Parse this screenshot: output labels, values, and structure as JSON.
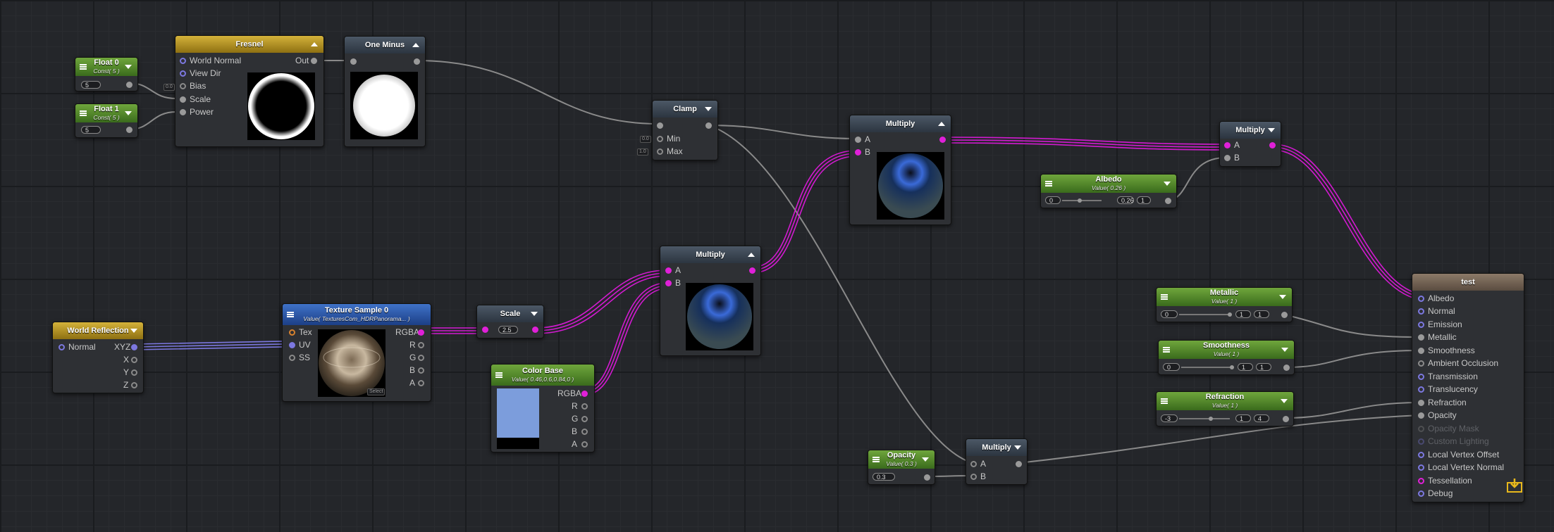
{
  "nodes": {
    "float0": {
      "title": "Float 0",
      "subtitle": "Const( 5 )",
      "value": "5"
    },
    "float1": {
      "title": "Float 1",
      "subtitle": "Const( 5 )",
      "value": "5"
    },
    "fresnel": {
      "title": "Fresnel",
      "inputs": [
        "World Normal",
        "View Dir",
        "Bias",
        "Scale",
        "Power"
      ],
      "output": "Out"
    },
    "one_minus": {
      "title": "One Minus"
    },
    "clamp": {
      "title": "Clamp",
      "inputs": [
        "Min",
        "Max"
      ],
      "min_tag": "0.0",
      "max_tag": "1.0"
    },
    "multiply_top": {
      "title": "Multiply",
      "inputs": [
        "A",
        "B"
      ]
    },
    "multiply_right": {
      "title": "Multiply",
      "inputs": [
        "A",
        "B"
      ]
    },
    "albedo": {
      "title": "Albedo",
      "subtitle": "Value( 0.26 )",
      "min": "0",
      "value": "0.26",
      "max": "1"
    },
    "world_reflection": {
      "title": "World Reflection",
      "input": "Normal",
      "outputs": [
        "XYZ",
        "X",
        "Y",
        "Z"
      ]
    },
    "texture_sample": {
      "title": "Texture Sample 0",
      "subtitle": "Value( TexturesCom_HDRPanorama... )",
      "inputs": [
        "Tex",
        "UV",
        "SS"
      ],
      "outputs": [
        "RGBA",
        "R",
        "G",
        "B",
        "A"
      ],
      "badge": "Select"
    },
    "scale": {
      "title": "Scale",
      "value": "2.5"
    },
    "multiply_mid": {
      "title": "Multiply",
      "inputs": [
        "A",
        "B"
      ]
    },
    "color_base": {
      "title": "Color Base",
      "subtitle": "Value( 0.46,0.6,0.84,0 )",
      "outputs": [
        "RGBA",
        "R",
        "G",
        "B",
        "A"
      ],
      "color": "#7c9ddc"
    },
    "metallic": {
      "title": "Metallic",
      "subtitle": "Value( 1 )",
      "min": "0",
      "value": "1",
      "max": "1"
    },
    "smoothness": {
      "title": "Smoothness",
      "subtitle": "Value( 1 )",
      "min": "0",
      "value": "1",
      "max": "1"
    },
    "refraction": {
      "title": "Refraction",
      "subtitle": "Value( 1 )",
      "min": "-3",
      "value": "1",
      "max": "4"
    },
    "opacity": {
      "title": "Opacity",
      "subtitle": "Value( 0.3 )",
      "value": "0.3"
    },
    "multiply_bottom": {
      "title": "Multiply",
      "inputs": [
        "A",
        "B"
      ]
    },
    "output": {
      "title": "test",
      "inputs": [
        "Albedo",
        "Normal",
        "Emission",
        "Metallic",
        "Smoothness",
        "Ambient Occlusion",
        "Transmission",
        "Translucency",
        "Refraction",
        "Opacity",
        "Opacity Mask",
        "Custom Lighting",
        "Local Vertex Offset",
        "Local Vertex Normal",
        "Tessellation",
        "Debug"
      ]
    }
  },
  "colors": {
    "canvas": "#24262a",
    "wire": "#8a8a8a",
    "wire_color": "#d21ad0",
    "wire_vector": "#7c78e0"
  }
}
